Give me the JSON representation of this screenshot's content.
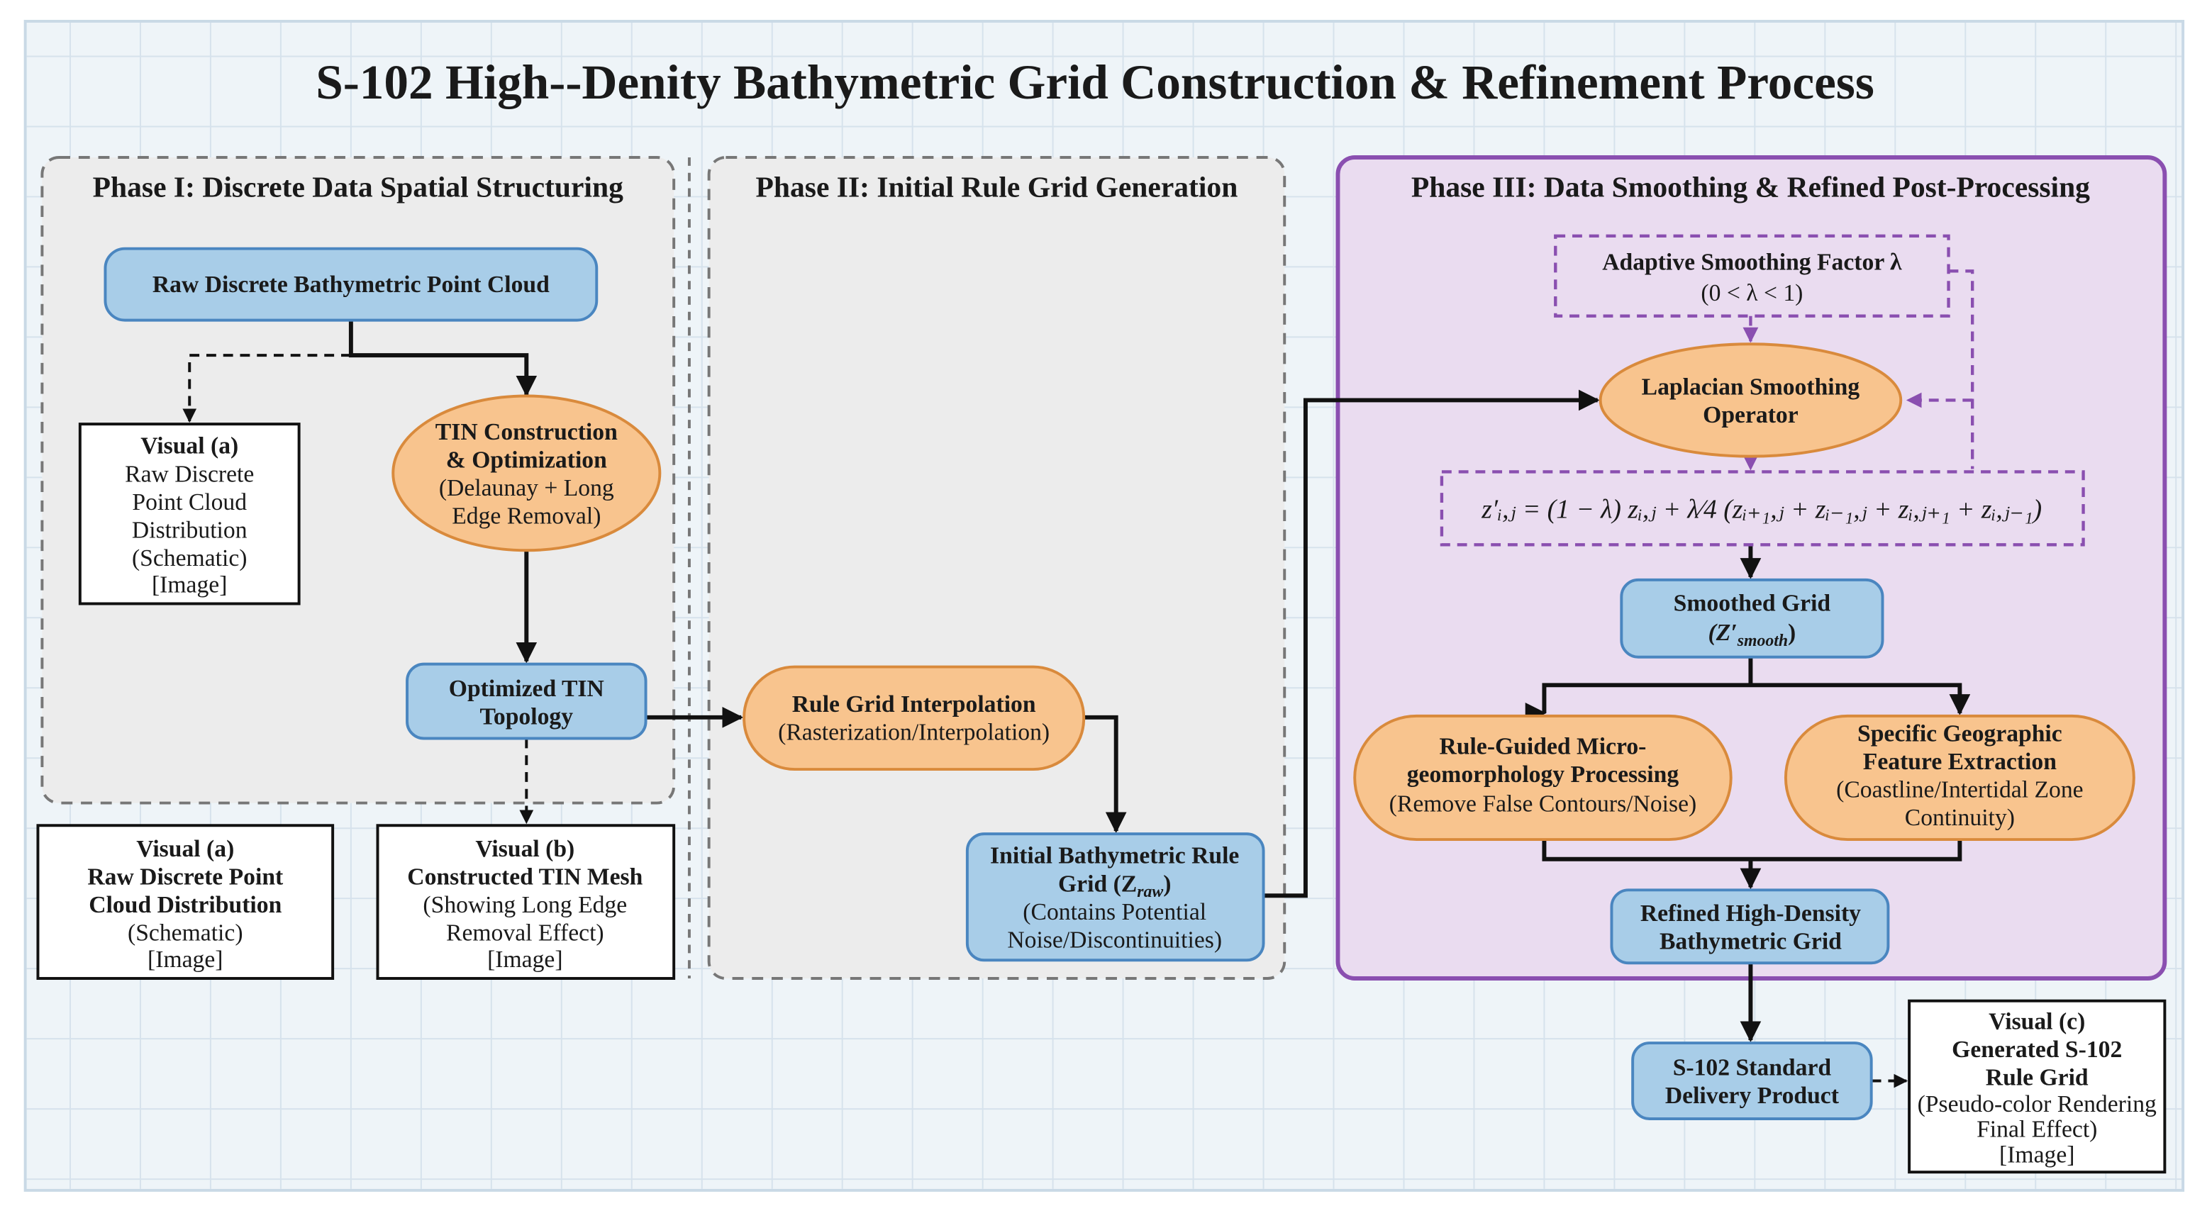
{
  "title": "S-102 High--Denity Bathymetric Grid Construction & Refinement Process",
  "colors": {
    "background": "#eef4f8",
    "process_box": "#a8cde8",
    "process_border": "#4a86c0",
    "operation": "#f8c48e",
    "operation_border": "#d98a3c",
    "phase3_fill": "#eadcf0",
    "phase3_border": "#8a4fb0",
    "phase_fill": "#ececec"
  },
  "phases": [
    {
      "title": "Phase I: Discrete Data Spatial Structuring"
    },
    {
      "title": "Phase II: Initial Rule Grid Generation"
    },
    {
      "title": "Phase III: Data Smoothing & Refined Post-Processing"
    }
  ],
  "nodes": {
    "raw_cloud": [
      "Raw Discrete Bathymetric Point Cloud"
    ],
    "visual_a_inner": [
      "Visual (a)",
      "Raw Discrete",
      "Point Cloud",
      "Distribution",
      "(Schematic)",
      "[Image]"
    ],
    "tin": [
      "TIN Construction",
      "& Optimization",
      "(Delaunay + Long",
      "Edge Removal)"
    ],
    "optimized_tin": [
      "Optimized TIN",
      "Topology"
    ],
    "visual_a_lower": [
      "Visual (a)",
      "Raw Discrete Point",
      "Cloud Distribution",
      "(Schematic)",
      "[Image]"
    ],
    "visual_b": [
      "Visual (b)",
      "Constructed TIN Mesh",
      "(Showing Long Edge",
      "Removal Effect)",
      "[Image]"
    ],
    "rule_interp": [
      "Rule Grid Interpolation",
      "(Rasterization/Interpolation)"
    ],
    "initial_grid": [
      "Initial Bathymetric Rule",
      "Grid (Z",
      "raw",
      ")",
      "(Contains Potential",
      "Noise/Discontinuities)"
    ],
    "adaptive": [
      "Adaptive Smoothing Factor λ",
      "(0 < λ < 1)"
    ],
    "laplacian": [
      "Laplacian Smoothing",
      "Operator"
    ],
    "formula": "z′ᵢ,ⱼ = (1 − λ) zᵢ,ⱼ + λ⁄4 (zᵢ₊₁,ⱼ + zᵢ₋₁,ⱼ + zᵢ,ⱼ₊₁ + zᵢ,ⱼ₋₁)",
    "smoothed": [
      "Smoothed Grid",
      "(Z′",
      "smooth",
      ")"
    ],
    "micro": [
      "Rule-Guided Micro-",
      "geomorphology Processing",
      "(Remove False Contours/Noise)"
    ],
    "feature": [
      "Specific Geographic",
      "Feature Extraction",
      "(Coastline/Intertidal Zone",
      "Continuity)"
    ],
    "refined": [
      "Refined High-Density",
      "Bathymetric Grid"
    ],
    "delivery": [
      "S-102 Standard",
      "Delivery Product"
    ],
    "visual_c": [
      "Visual (c)",
      "Generated S-102",
      "Rule Grid",
      "(Pseudo-color Rendering",
      "Final Effect)",
      "[Image]"
    ]
  }
}
